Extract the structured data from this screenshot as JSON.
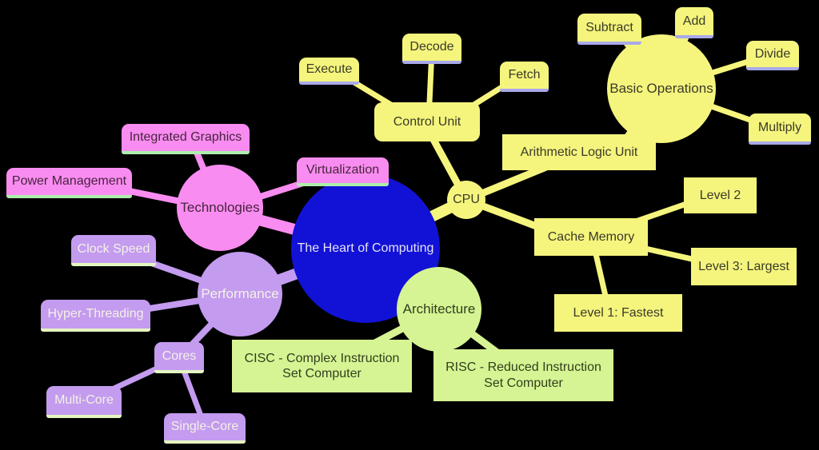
{
  "diagram_type": "mindmap",
  "nodes": {
    "root": "The Heart of Computing",
    "cpu": "CPU",
    "control_unit": "Control Unit",
    "execute": "Execute",
    "decode": "Decode",
    "fetch": "Fetch",
    "alu": "Arithmetic Logic Unit",
    "basic_operations": "Basic Operations",
    "subtract": "Subtract",
    "add": "Add",
    "divide": "Divide",
    "multiply": "Multiply",
    "cache_memory": "Cache Memory",
    "level2": "Level 2",
    "level3": "Level 3: Largest",
    "level1": "Level 1: Fastest",
    "technologies": "Technologies",
    "integrated_graphics": "Integrated Graphics",
    "power_management": "Power Management",
    "virtualization": "Virtualization",
    "performance": "Performance",
    "clock_speed": "Clock Speed",
    "hyper_threading": "Hyper-Threading",
    "cores": "Cores",
    "multi_core": "Multi-Core",
    "single_core": "Single-Core",
    "architecture": "Architecture",
    "cisc": "CISC - Complex Instruction Set Computer",
    "risc": "RISC - Reduced Instruction Set Computer"
  },
  "colors": {
    "background": "#000000",
    "root_fill": "#1212d6",
    "root_text": "#e6e3f7",
    "branch_yellow": "#f5f57e",
    "branch_pink": "#f98cf0",
    "branch_purple": "#c39bef",
    "branch_green": "#d6f493",
    "underline_on_yellow": "#a9a9ea",
    "underline_on_pink": "#aceeac",
    "underline_on_purple": "#e4f6c0",
    "text_on_yellow": "#3a3a28",
    "text_on_pink": "#47243f",
    "text_on_purple": "#f4f1e6",
    "text_on_green": "#323e1e"
  }
}
